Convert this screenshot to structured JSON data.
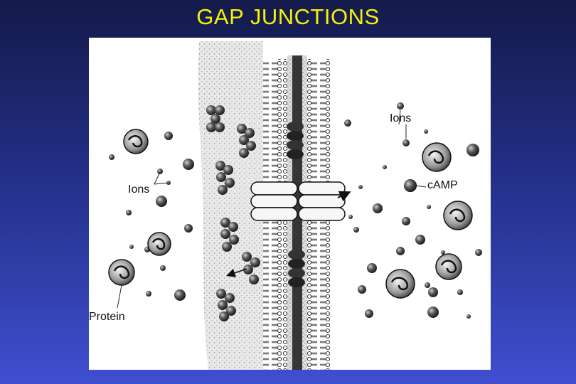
{
  "slide": {
    "title": "GAP JUNCTIONS"
  },
  "diagram": {
    "labels": {
      "ions_left": "Ions",
      "ions_right": "Ions",
      "camp": "cAMP",
      "protein": "Protein"
    }
  },
  "colors": {
    "background_top": "#141a4a",
    "background_bottom": "#3f4fd0",
    "title": "#f2f20a"
  }
}
